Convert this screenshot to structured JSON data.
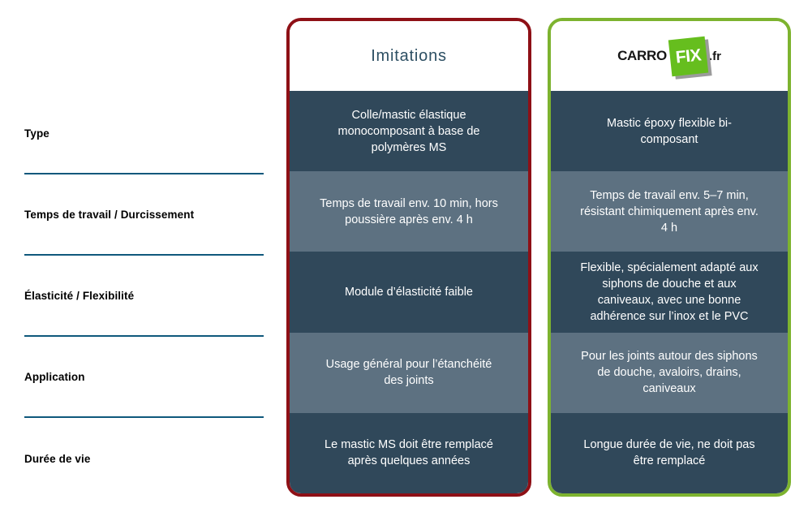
{
  "row_labels": [
    {
      "label": "Type"
    },
    {
      "label": "Temps de travail / Durcissement"
    },
    {
      "label": "Élasticité / Flexibilité"
    },
    {
      "label": "Application"
    },
    {
      "label": "Durée de vie"
    }
  ],
  "cards": {
    "imitations": {
      "title": "Imitations",
      "border_color": "#8e1016",
      "rows": [
        {
          "text": "Colle/mastic élastique monocomposant à base de polymères MS"
        },
        {
          "text": "Temps de travail env. 10 min, hors poussière après env. 4 h"
        },
        {
          "text": "Module d’élasticité faible"
        },
        {
          "text": "Usage général pour l’étanchéité des joints"
        },
        {
          "text": "Le mastic MS doit être remplacé après quelques années"
        }
      ]
    },
    "carrofix": {
      "logo": {
        "prefix": "CARRO",
        "box": "FIX",
        "suffix": ".fr"
      },
      "border_color": "#7db32f",
      "rows": [
        {
          "text": "Mastic époxy flexible bi-composant"
        },
        {
          "text": "Temps de travail env. 5–7 min, résistant chimiquement après env. 4 h"
        },
        {
          "text": "Flexible, spécialement adapté aux siphons de douche et aux caniveaux, avec une bonne adhérence sur l’inox et le PVC"
        },
        {
          "text": "Pour les joints autour des siphons de douche, avaloirs, drains, caniveaux"
        },
        {
          "text": "Longue durée de vie, ne doit pas être remplacé"
        }
      ]
    }
  },
  "colors": {
    "cell_dark": "#30485a",
    "cell_light": "#5d7181",
    "divider_line": "#0f587c",
    "title_text": "#2d4f63",
    "imitations_border": "#8e1016",
    "carrofix_border": "#7db32f",
    "logo_green": "#66be1e",
    "logo_shadow": "#9b9b9b",
    "cell_text": "#ffffff",
    "label_text": "#000000"
  }
}
